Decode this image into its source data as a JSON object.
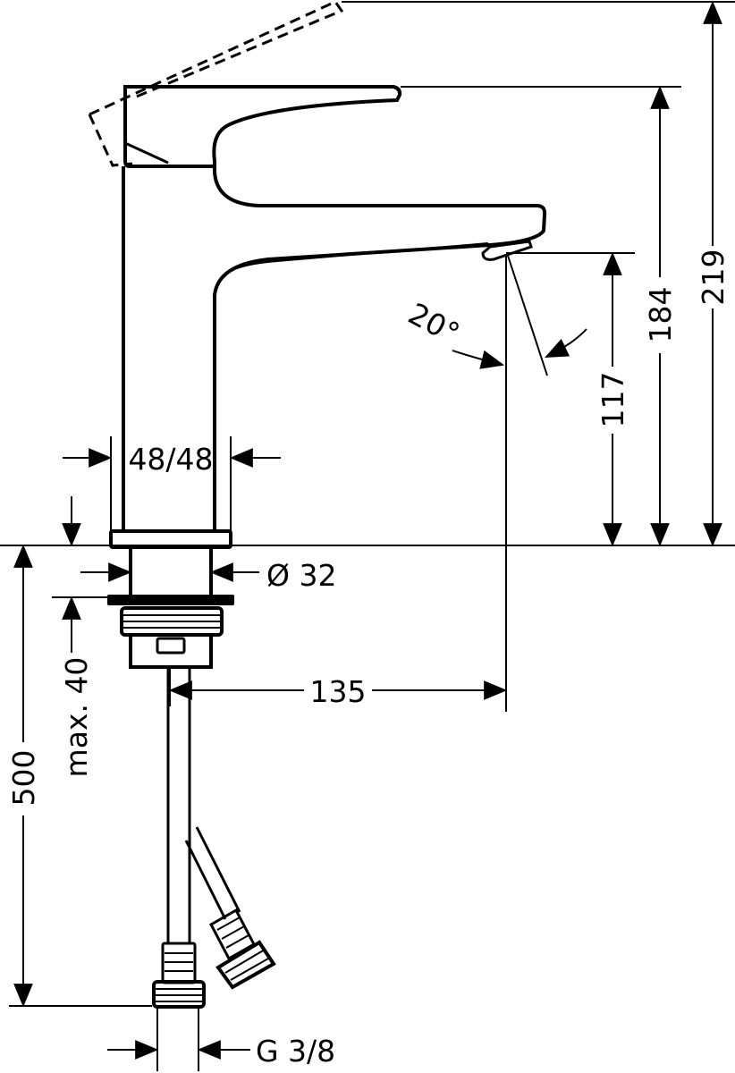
{
  "dimensions": {
    "total_height": "219",
    "handle_height": "184",
    "spout_height": "117",
    "spout_angle": "20°",
    "base_width": "48/48",
    "shank_diameter": "Ø 32",
    "spout_reach": "135",
    "max_deck_thickness": "max. 40",
    "hose_length": "500",
    "connection_thread": "G 3/8"
  }
}
